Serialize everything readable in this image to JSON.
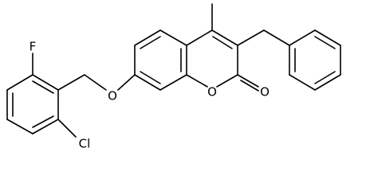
{
  "diagram": {
    "type": "chemical-structure",
    "atom_labels": {
      "fluorine": "F",
      "chlorine": "Cl",
      "ether_oxygen": "O",
      "ring_oxygen": "O",
      "carbonyl_oxygen": "O"
    }
  }
}
